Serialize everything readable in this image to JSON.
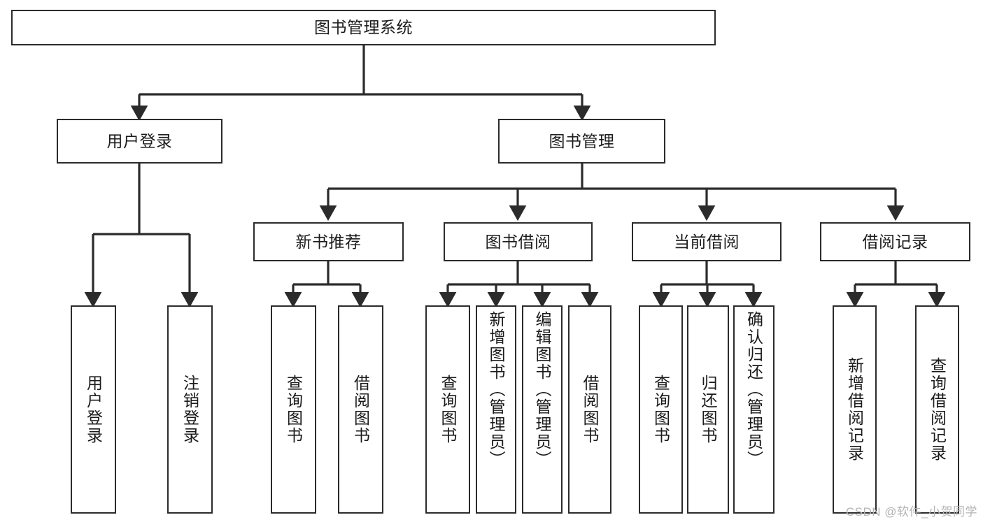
{
  "diagram": {
    "type": "hierarchy-tree",
    "title": "图书管理系统",
    "watermark": "CSDN @软件_小贺同学",
    "colors": {
      "stroke": "#2b2b2b",
      "fill": "#ffffff",
      "text": "#1b1b1b",
      "watermark": "#b4b4b4"
    },
    "root": {
      "label": "图书管理系统"
    },
    "level2": [
      {
        "label": "用户登录"
      },
      {
        "label": "图书管理"
      }
    ],
    "level3": [
      {
        "label": "新书推荐"
      },
      {
        "label": "图书借阅"
      },
      {
        "label": "当前借阅"
      },
      {
        "label": "借阅记录"
      }
    ],
    "leaves": {
      "user_login": [
        {
          "label": "用户登录"
        },
        {
          "label": "注销登录"
        }
      ],
      "new_book": [
        {
          "label": "查询图书"
        },
        {
          "label": "借阅图书"
        }
      ],
      "book_borrow": [
        {
          "label": "查询图书"
        },
        {
          "label": "新增图书（管理员）"
        },
        {
          "label": "编辑图书（管理员）"
        },
        {
          "label": "借阅图书"
        }
      ],
      "current_borrow": [
        {
          "label": "查询图书"
        },
        {
          "label": "归还图书"
        },
        {
          "label": "确认归还（管理员）"
        }
      ],
      "borrow_record": [
        {
          "label": "新增借阅记录"
        },
        {
          "label": "查询借阅记录"
        }
      ]
    }
  }
}
